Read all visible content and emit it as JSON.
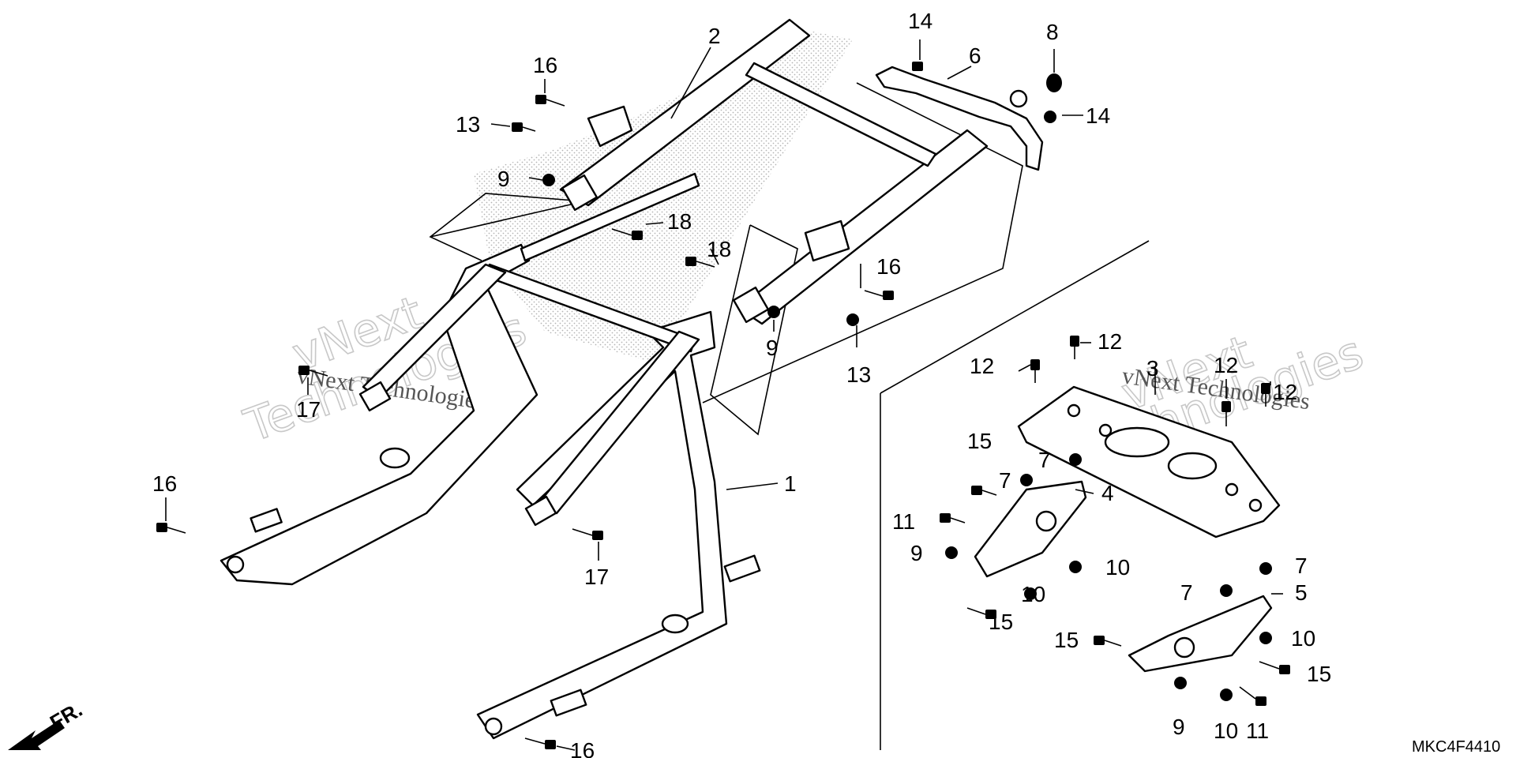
{
  "diagram": {
    "code": "MKC4F4410",
    "direction_label": "FR.",
    "watermarks": [
      {
        "id": "wm1",
        "text": "vNext"
      },
      {
        "id": "wm2",
        "text": "Technologies"
      },
      {
        "id": "wm3",
        "text": "vNext Technologies"
      },
      {
        "id": "wm4",
        "text": "vNext"
      },
      {
        "id": "wm5",
        "text": "Technologies"
      },
      {
        "id": "wm6",
        "text": "vNext Technologies"
      }
    ],
    "callouts": [
      {
        "id": "c1",
        "label": "1"
      },
      {
        "id": "c2",
        "label": "2"
      },
      {
        "id": "c3",
        "label": "3"
      },
      {
        "id": "c4",
        "label": "4"
      },
      {
        "id": "c5",
        "label": "5"
      },
      {
        "id": "c6",
        "label": "6"
      },
      {
        "id": "c7a",
        "label": "7"
      },
      {
        "id": "c7b",
        "label": "7"
      },
      {
        "id": "c7c",
        "label": "7"
      },
      {
        "id": "c7d",
        "label": "7"
      },
      {
        "id": "c8",
        "label": "8"
      },
      {
        "id": "c9a",
        "label": "9"
      },
      {
        "id": "c9b",
        "label": "9"
      },
      {
        "id": "c9c",
        "label": "9"
      },
      {
        "id": "c9d",
        "label": "9"
      },
      {
        "id": "c10a",
        "label": "10"
      },
      {
        "id": "c10b",
        "label": "10"
      },
      {
        "id": "c10c",
        "label": "10"
      },
      {
        "id": "c10d",
        "label": "10"
      },
      {
        "id": "c11a",
        "label": "11"
      },
      {
        "id": "c11b",
        "label": "11"
      },
      {
        "id": "c12a",
        "label": "12"
      },
      {
        "id": "c12b",
        "label": "12"
      },
      {
        "id": "c12c",
        "label": "12"
      },
      {
        "id": "c12d",
        "label": "12"
      },
      {
        "id": "c13a",
        "label": "13"
      },
      {
        "id": "c13b",
        "label": "13"
      },
      {
        "id": "c14a",
        "label": "14"
      },
      {
        "id": "c14b",
        "label": "14"
      },
      {
        "id": "c15a",
        "label": "15"
      },
      {
        "id": "c15b",
        "label": "15"
      },
      {
        "id": "c15c",
        "label": "15"
      },
      {
        "id": "c15d",
        "label": "15"
      },
      {
        "id": "c16a",
        "label": "16"
      },
      {
        "id": "c16b",
        "label": "16"
      },
      {
        "id": "c16c",
        "label": "16"
      },
      {
        "id": "c16d",
        "label": "16"
      },
      {
        "id": "c17a",
        "label": "17"
      },
      {
        "id": "c17b",
        "label": "17"
      },
      {
        "id": "c18a",
        "label": "18"
      },
      {
        "id": "c18b",
        "label": "18"
      }
    ]
  }
}
